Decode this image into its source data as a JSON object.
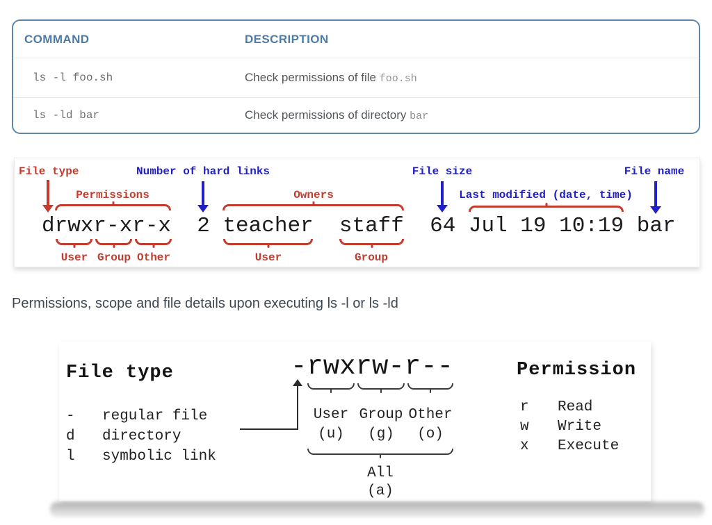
{
  "table": {
    "headers": {
      "command": "COMMAND",
      "description": "DESCRIPTION"
    },
    "rows": [
      {
        "command": "ls -l foo.sh",
        "description": "Check permissions of file",
        "code": "foo.sh"
      },
      {
        "command": "ls -ld bar",
        "description": "Check permissions of directory",
        "code": "bar"
      }
    ]
  },
  "ls_diagram": {
    "output_line": "drwxr-xr-x  2 teacher  staff  64 Jul 19 10:19 bar",
    "labels": {
      "file_type": "File type",
      "permissions": "Permissions",
      "hard_links": "Number of hard links",
      "owners": "Owners",
      "file_size": "File size",
      "last_modified": "Last modified (date, time)",
      "file_name": "File name",
      "perm_user": "User",
      "perm_group": "Group",
      "perm_other": "Other",
      "owner_user": "User",
      "owner_group": "Group"
    },
    "colors": {
      "red": "#c53b2e",
      "blue": "#2020c8"
    }
  },
  "caption": "Permissions, scope and file details upon executing ls -l or ls -ld",
  "perm_diagram": {
    "file_type_title": "File type",
    "file_types": [
      {
        "symbol": "-",
        "meaning": "regular file"
      },
      {
        "symbol": "d",
        "meaning": "directory"
      },
      {
        "symbol": "l",
        "meaning": "symbolic link"
      }
    ],
    "perm_string": "-rwxrw-r--",
    "scopes": [
      {
        "name": "User",
        "letter": "(u)"
      },
      {
        "name": "Group",
        "letter": "(g)"
      },
      {
        "name": "Other",
        "letter": "(o)"
      }
    ],
    "all_label": "All",
    "all_letter": "(a)",
    "permission_title": "Permission",
    "permissions": [
      {
        "symbol": "r",
        "meaning": "Read"
      },
      {
        "symbol": "w",
        "meaning": "Write"
      },
      {
        "symbol": "x",
        "meaning": "Execute"
      }
    ]
  }
}
